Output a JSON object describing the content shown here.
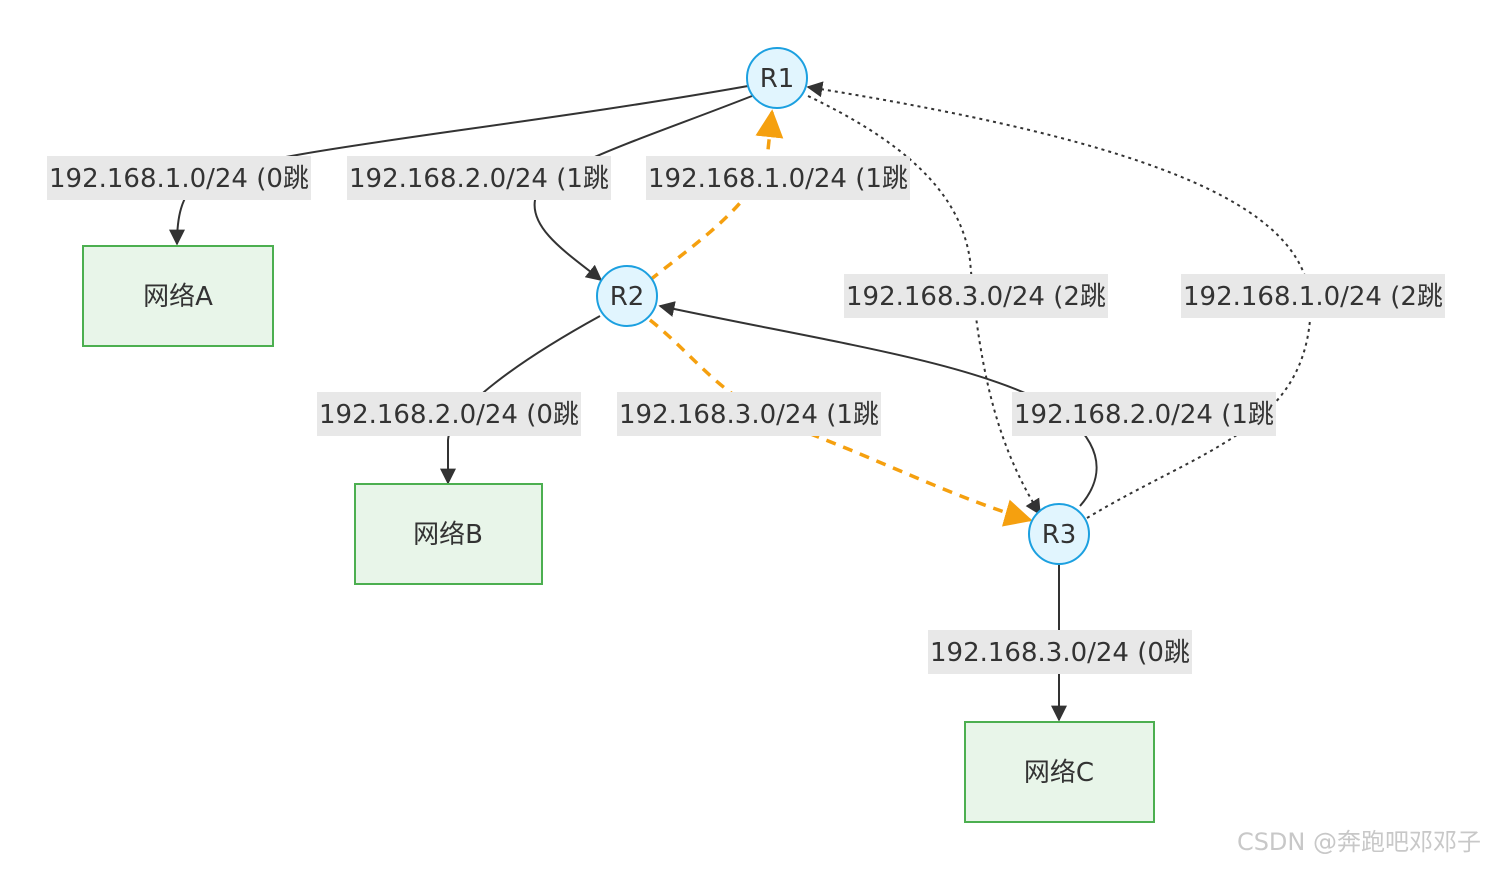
{
  "diagram": {
    "routers": [
      {
        "id": "R1",
        "label": "R1"
      },
      {
        "id": "R2",
        "label": "R2"
      },
      {
        "id": "R3",
        "label": "R3"
      }
    ],
    "networks": [
      {
        "id": "A",
        "label": "网络A"
      },
      {
        "id": "B",
        "label": "网络B"
      },
      {
        "id": "C",
        "label": "网络C"
      }
    ],
    "edges": [
      {
        "id": "r1-a",
        "label": "192.168.1.0/24 (0跳",
        "style": "solid"
      },
      {
        "id": "r1-r2",
        "label": "192.168.2.0/24 (1跳",
        "style": "solid"
      },
      {
        "id": "r2-r1",
        "label": "192.168.1.0/24 (1跳",
        "style": "orange-dashed"
      },
      {
        "id": "r1-r3",
        "label": "192.168.3.0/24 (2跳",
        "style": "dotted"
      },
      {
        "id": "r3-r1",
        "label": "192.168.1.0/24 (2跳",
        "style": "dotted"
      },
      {
        "id": "r2-b",
        "label": "192.168.2.0/24 (0跳",
        "style": "solid"
      },
      {
        "id": "r2-r3",
        "label": "192.168.3.0/24 (1跳",
        "style": "orange-dashed"
      },
      {
        "id": "r3-r2",
        "label": "192.168.2.0/24 (1跳",
        "style": "solid"
      },
      {
        "id": "r3-c",
        "label": "192.168.3.0/24 (0跳",
        "style": "solid"
      }
    ],
    "colors": {
      "router_fill": "#e1f5fe",
      "router_stroke": "#1ca0e0",
      "network_fill": "#e8f5e9",
      "network_stroke": "#4caf50",
      "edge": "#333333",
      "highlight": "#f5a00f"
    }
  },
  "watermark": "CSDN @奔跑吧邓邓子"
}
